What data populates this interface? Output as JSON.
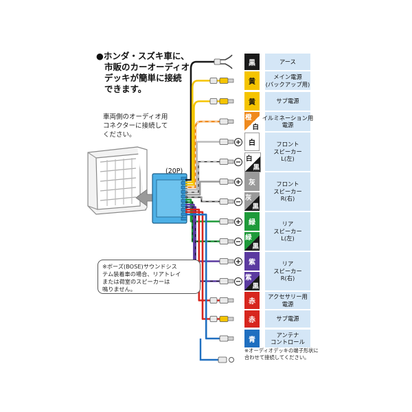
{
  "headline": [
    "●ホンダ・スズキ車に、",
    "市販のカーオーディオ",
    "デッキが簡単に接続",
    "できます。"
  ],
  "vehicle_note": [
    "車両側のオーディオ用",
    "コネクターに接続して",
    "ください。"
  ],
  "pin_label": "(20P)",
  "bose_note": [
    "※ボーズ(BOSE)サウンドシス",
    "テム装着車の場合、リアトレイ",
    "または荷室のスピーカーは",
    "鳴りません。"
  ],
  "colors": {
    "black": "#1a1a1a",
    "yellow": "#f5c400",
    "orange": "#ef8a1e",
    "white": "#ffffff",
    "gray": "#9a9a9a",
    "green": "#1e9a3a",
    "purple": "#5b3aa0",
    "red": "#d7261e",
    "blue": "#1f6fc0",
    "panel": "#d4e6f6",
    "connector": "#4db0e6"
  },
  "wires": [
    {
      "label": "黒",
      "function": [
        "アース"
      ],
      "color": "#1a1a1a",
      "text_color": "#ffffff"
    },
    {
      "label": "黄",
      "function": [
        "メイン電源",
        "(バックアップ用)"
      ],
      "color": "#f5c400",
      "text_color": "#111111"
    },
    {
      "label": "黄",
      "function": [
        "サブ電源"
      ],
      "color": "#f5c400",
      "text_color": "#111111"
    },
    {
      "label": "橙",
      "label2": "白",
      "function": [
        "イルミネーション用",
        "電源"
      ],
      "color": "#ef8a1e",
      "color2": "#ffffff",
      "text_color": "#ffffff",
      "text_color2": "#111111"
    },
    {
      "label": "白",
      "function": [
        "フロント",
        "スピーカー",
        "L(左)"
      ],
      "color": "#ffffff",
      "text_color": "#111111",
      "sign": "+"
    },
    {
      "label": "白",
      "label2": "黒",
      "color": "#ffffff",
      "color2": "#1a1a1a",
      "text_color": "#111111",
      "text_color2": "#ffffff",
      "sign": "−"
    },
    {
      "label": "灰",
      "function": [
        "フロント",
        "スピーカー",
        "R(右)"
      ],
      "color": "#9a9a9a",
      "text_color": "#ffffff",
      "sign": "+"
    },
    {
      "label": "灰",
      "label2": "黒",
      "color": "#9a9a9a",
      "color2": "#1a1a1a",
      "text_color": "#ffffff",
      "text_color2": "#ffffff",
      "sign": "−"
    },
    {
      "label": "緑",
      "function": [
        "リア",
        "スピーカー",
        "L(左)"
      ],
      "color": "#1e9a3a",
      "text_color": "#ffffff",
      "sign": "+"
    },
    {
      "label": "緑",
      "label2": "黒",
      "color": "#1e9a3a",
      "color2": "#1a1a1a",
      "text_color": "#ffffff",
      "text_color2": "#ffffff",
      "sign": "−"
    },
    {
      "label": "紫",
      "function": [
        "リア",
        "スピーカー",
        "R(右)"
      ],
      "color": "#5b3aa0",
      "text_color": "#ffffff",
      "sign": "+"
    },
    {
      "label": "紫",
      "label2": "黒",
      "color": "#5b3aa0",
      "color2": "#1a1a1a",
      "text_color": "#ffffff",
      "text_color2": "#ffffff",
      "sign": "−"
    },
    {
      "label": "赤",
      "function": [
        "アクセサリー用",
        "電源"
      ],
      "color": "#d7261e",
      "text_color": "#ffffff"
    },
    {
      "label": "赤",
      "function": [
        "サブ電源"
      ],
      "color": "#d7261e",
      "text_color": "#ffffff"
    },
    {
      "label": "青",
      "function": [
        "アンテナ",
        "コントロール"
      ],
      "color": "#1f6fc0",
      "text_color": "#ffffff"
    }
  ],
  "bottom_note": [
    "※オーディオデッキの端子形状に",
    "合わせて接続してください。"
  ]
}
